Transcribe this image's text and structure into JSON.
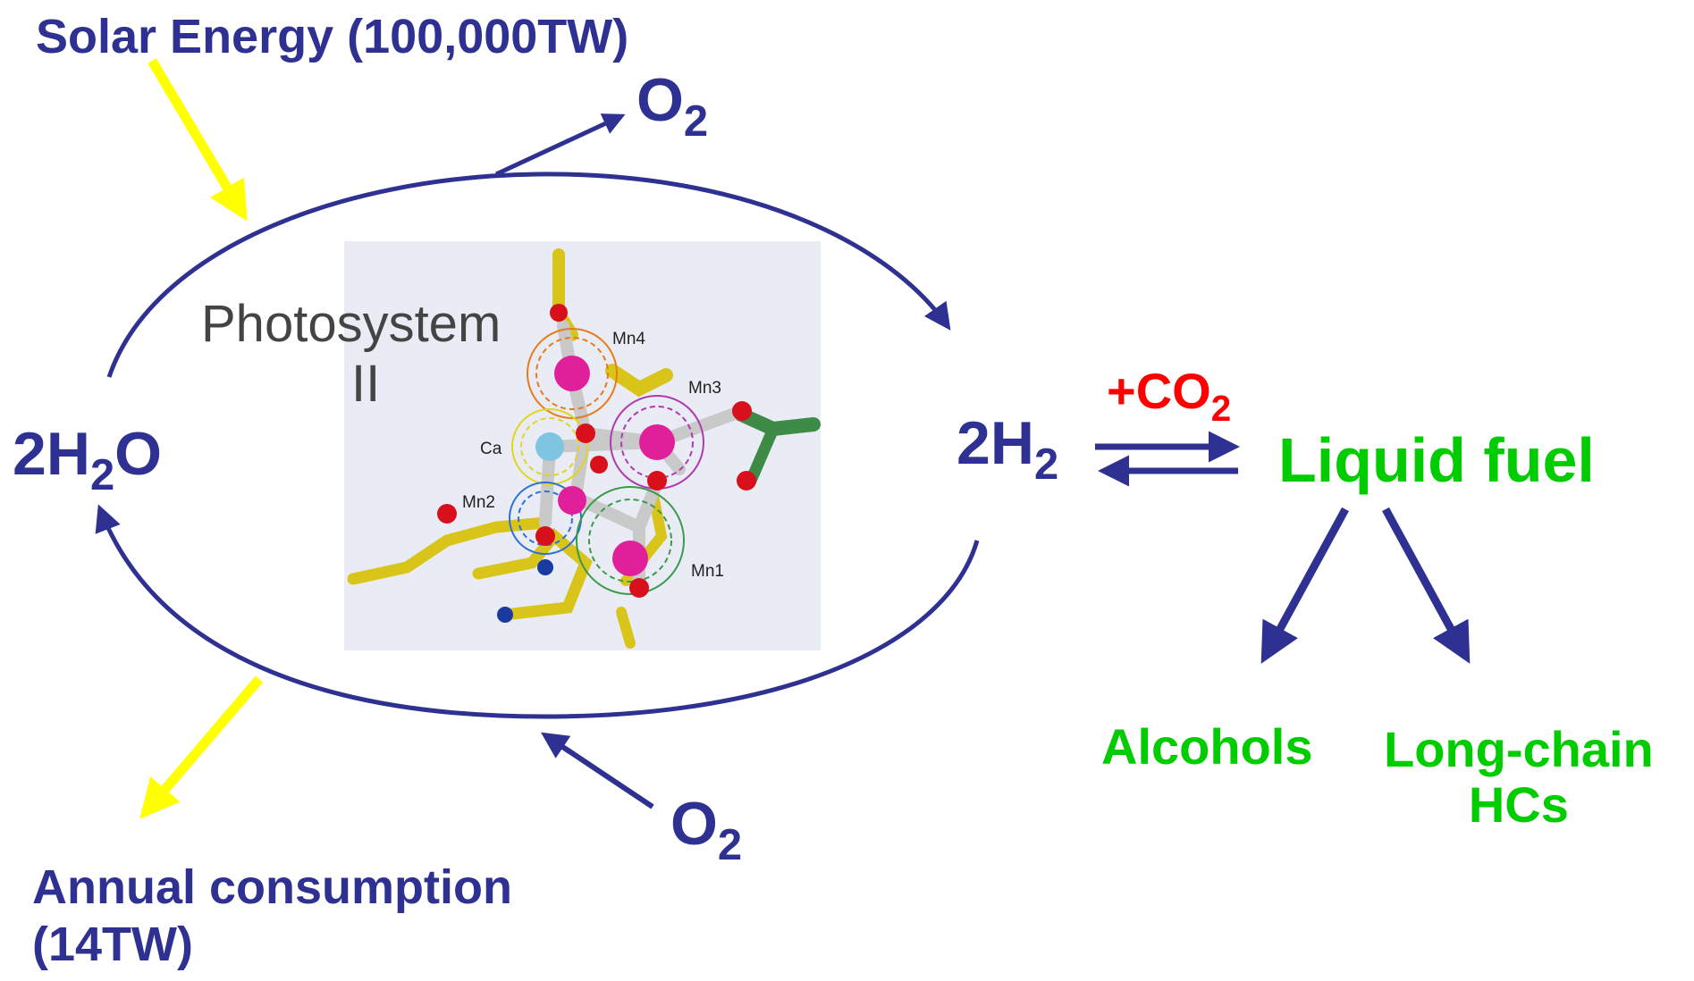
{
  "labels": {
    "solar_energy": "Solar Energy (100,000TW)",
    "o2_top": "O",
    "o2_top_sub": "2",
    "photosystem_line1": "Photosystem",
    "photosystem_line2": "II",
    "water": "2H",
    "water_sub": "2",
    "water_tail": "O",
    "hydrogen": "2H",
    "hydrogen_sub": "2",
    "co2_prefix": "+CO",
    "co2_sub": "2",
    "liquid_fuel": "Liquid fuel",
    "alcohols": "Alcohols",
    "long_chain_line1": "Long-chain",
    "long_chain_line2": "HCs",
    "o2_bottom": "O",
    "o2_bottom_sub": "2",
    "annual_line1": "Annual consumption",
    "annual_line2": "(14TW)"
  },
  "structure_labels": {
    "mn4": "Mn4",
    "mn3": "Mn3",
    "ca": "Ca",
    "mn2": "Mn2",
    "mn1": "Mn1"
  },
  "colors": {
    "blue": "#2e3192",
    "green": "#00cc00",
    "red": "#ff0000",
    "yellow": "#ffff00",
    "gray": "#444444"
  }
}
